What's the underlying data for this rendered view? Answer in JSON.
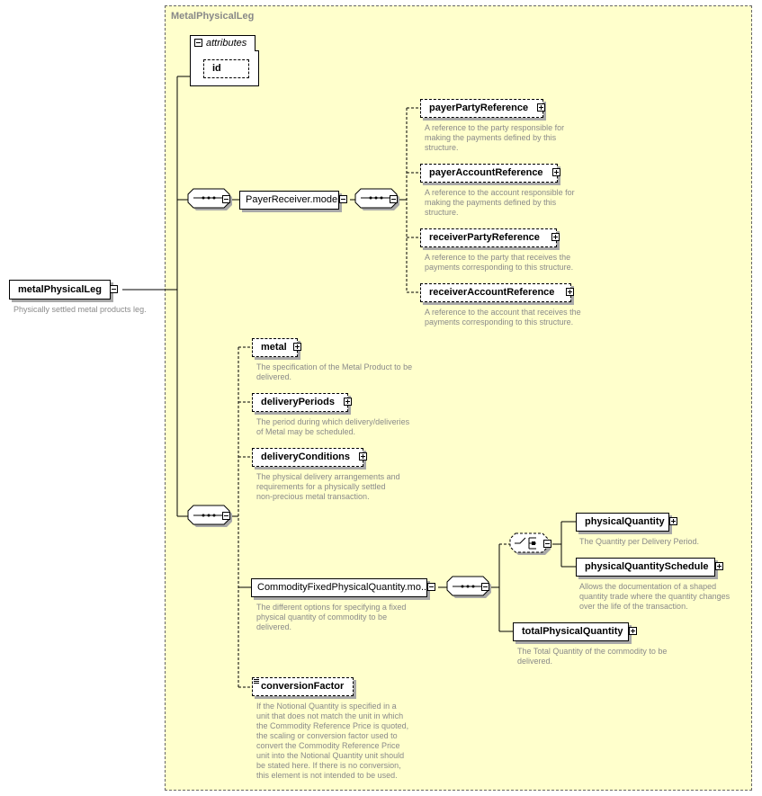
{
  "group": {
    "title": "MetalPhysicalLeg"
  },
  "root": {
    "label": "metalPhysicalLeg",
    "description": "Physically settled metal products leg."
  },
  "attributes": {
    "header": "attributes",
    "items": [
      "id"
    ]
  },
  "payer_receiver": {
    "label": "PayerReceiver.model",
    "children": [
      {
        "label": "payerPartyReference",
        "desc": [
          "A reference to the party responsible for",
          "making the payments defined by this",
          "structure."
        ]
      },
      {
        "label": "payerAccountReference",
        "desc": [
          "A reference to the account responsible for",
          "making the payments defined by this",
          "structure."
        ]
      },
      {
        "label": "receiverPartyReference",
        "desc": [
          "A reference to the party that receives the",
          "payments corresponding to this structure."
        ]
      },
      {
        "label": "receiverAccountReference",
        "desc": [
          "A reference to the account that receives the",
          "payments corresponding to this structure."
        ]
      }
    ]
  },
  "sequence_items": [
    {
      "label": "metal",
      "desc": [
        "The specification of the Metal Product to be",
        "delivered."
      ]
    },
    {
      "label": "deliveryPeriods",
      "desc": [
        "The period during which delivery/deliveries",
        "of Metal may be scheduled."
      ]
    },
    {
      "label": "deliveryConditions",
      "desc": [
        "The physical delivery arrangements and",
        "requirements for a physically settled",
        "non-precious metal transaction."
      ]
    }
  ],
  "quantity_model": {
    "label": "CommodityFixedPhysicalQuantity.mo...",
    "desc": [
      "The different options for specifying a fixed",
      "physical quantity of commodity to be",
      "delivered."
    ],
    "choice_items": [
      {
        "label": "physicalQuantity",
        "desc": [
          "The Quantity per Delivery Period."
        ]
      },
      {
        "label": "physicalQuantitySchedule",
        "desc": [
          "Allows the documentation of a shaped",
          "quantity trade where the quantity changes",
          "over the life of the transaction."
        ]
      }
    ],
    "total": {
      "label": "totalPhysicalQuantity",
      "desc": [
        "The Total Quantity of the commodity to be",
        "delivered."
      ]
    }
  },
  "conversion": {
    "label": "conversionFactor",
    "desc": [
      "If the Notional Quantity is specified in a",
      "unit that does not match the unit in which",
      "the Commodity Reference Price is quoted,",
      "the scaling or conversion factor used to",
      "convert the Commodity Reference Price",
      "unit into the Notional Quantity unit should",
      "be stated here. If there is no conversion,",
      "this element is not intended to be used."
    ]
  }
}
